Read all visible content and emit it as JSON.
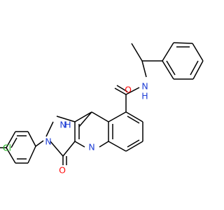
{
  "molecule": {
    "colors": {
      "bond": "#000000",
      "oxygen": "#ff0d0d",
      "nitrogen": "#1f3fd6",
      "chlorine": "#1fb31f"
    },
    "atoms": {
      "amide_o": "O",
      "amide_nh": "N",
      "amide_h": "H",
      "pyrazole_nh": "N",
      "pyrazole_h": "H",
      "pyrazole_n": "N",
      "ketone_o": "O",
      "quinoline_n": "N",
      "chlorine": "Cl"
    }
  }
}
